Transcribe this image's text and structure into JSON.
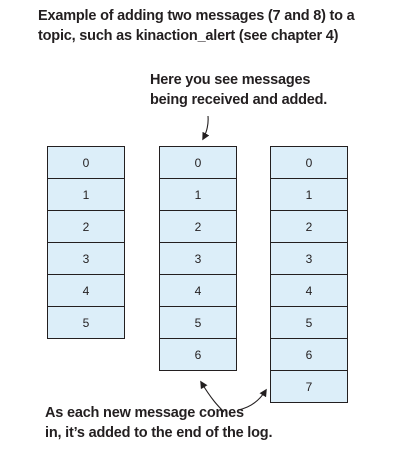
{
  "title_lines": [
    "Example of adding two messages (7 and 8) to a",
    "topic, such as kinaction_alert (see chapter 4)"
  ],
  "annotation_top_lines": [
    "Here you see messages",
    "being received and added."
  ],
  "annotation_bottom_lines": [
    "As each new message comes",
    "in, it’s added to the end of the log."
  ],
  "logs": [
    {
      "cells": [
        "0",
        "1",
        "2",
        "3",
        "4",
        "5"
      ]
    },
    {
      "cells": [
        "0",
        "1",
        "2",
        "3",
        "4",
        "5",
        "6"
      ]
    },
    {
      "cells": [
        "0",
        "1",
        "2",
        "3",
        "4",
        "5",
        "6",
        "7"
      ]
    }
  ],
  "colors": {
    "cell_fill": "#dceef9",
    "stroke": "#231f20"
  }
}
